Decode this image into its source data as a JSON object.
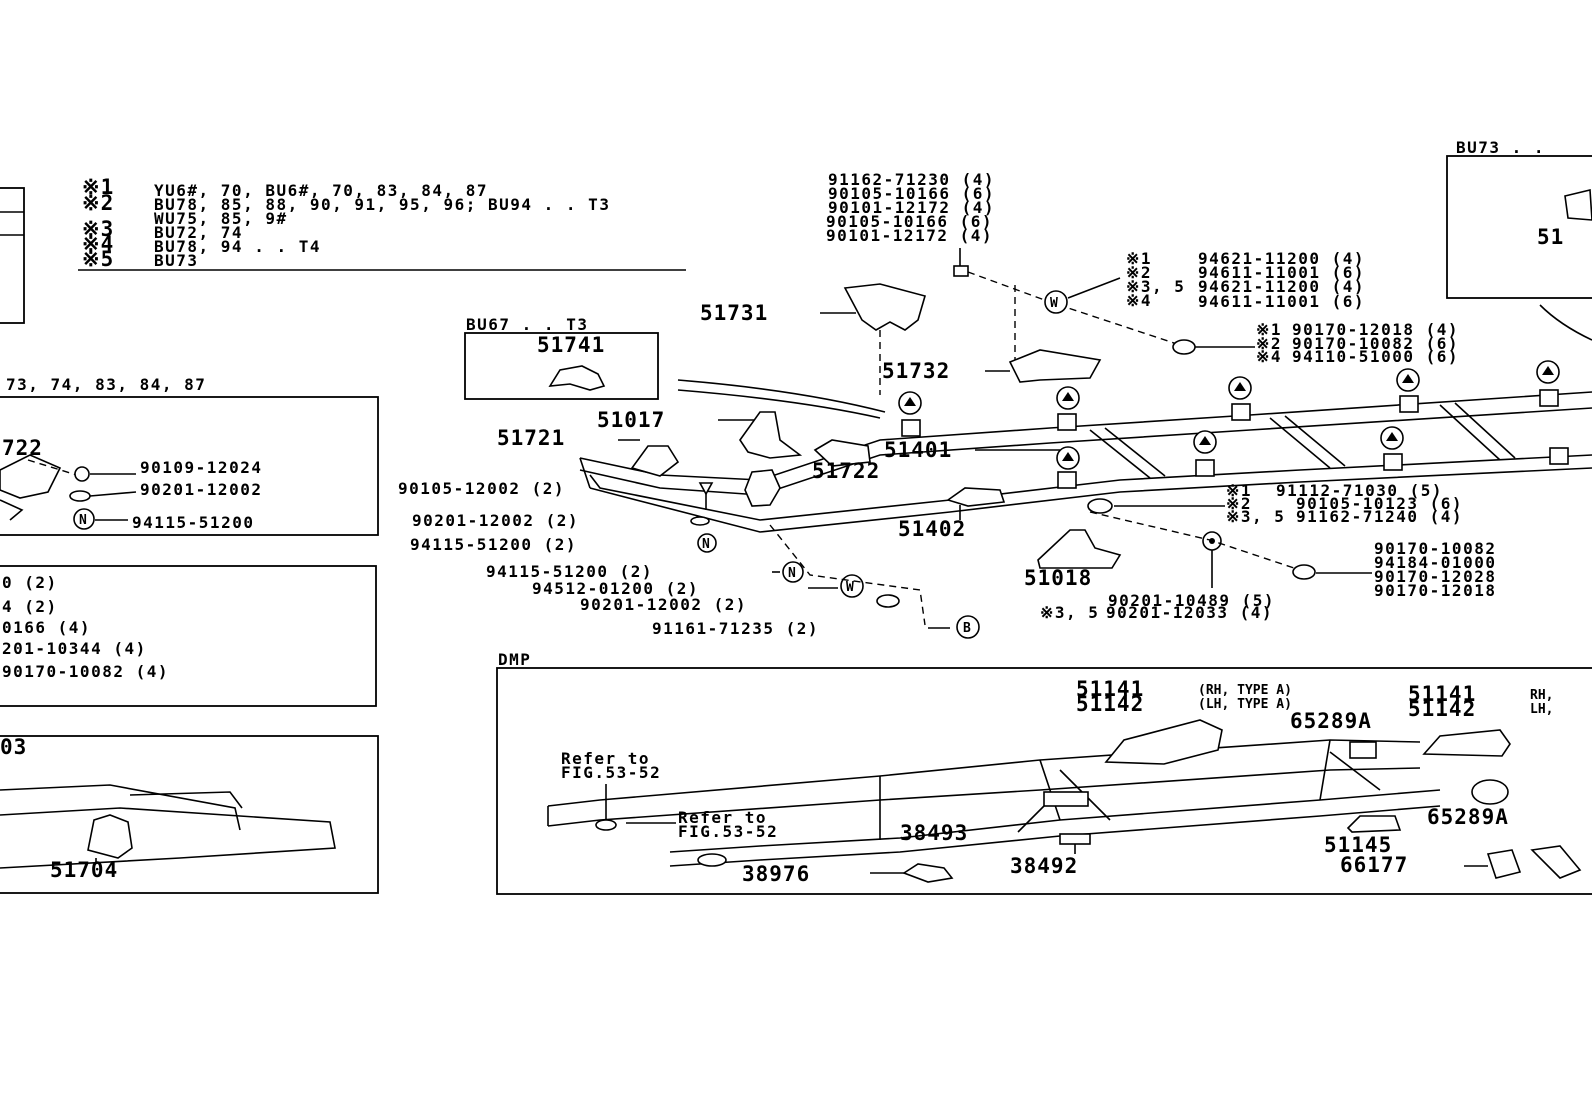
{
  "legend": {
    "rows": [
      {
        "mark": "※1",
        "text": "YU6#, 70, BU6#, 70, 83, 84, 87"
      },
      {
        "mark": "※2",
        "text": "BU78, 85, 88, 90, 91, 95, 96; BU94 . . T3"
      },
      {
        "mark": "",
        "text": "WU75, 85, 9#"
      },
      {
        "mark": "※3",
        "text": "BU72, 74"
      },
      {
        "mark": "※4",
        "text": "BU78, 94 . . T4"
      },
      {
        "mark": "※5",
        "text": "BU73"
      }
    ]
  },
  "left_panel": {
    "header": "73, 74, 83, 84, 87",
    "box1": {
      "part_cut": "722",
      "p1": "90109-12024",
      "p2": "90201-12002",
      "p3": "94115-51200",
      "p3_mark": "N"
    },
    "box2": {
      "lines": [
        "0 (2)",
        "4 (2)",
        "0166 (4)",
        "201-10344 (4)",
        "90170-10082 (4)"
      ]
    },
    "box3": {
      "cut": "03",
      "part": "51704"
    }
  },
  "inset_bu67": {
    "title": "BU67 . . T3",
    "part": "51741"
  },
  "inset_bu73": {
    "title": "BU73 . .",
    "part": "51"
  },
  "top_bolts": [
    "91162-71230 (4)",
    "90105-10166 (6)",
    "90101-12172 (4)",
    "90105-10166 (6)",
    "90101-12172 (4)"
  ],
  "parts": {
    "p51731": "51731",
    "p51732": "51732",
    "p51017": "51017",
    "p51721": "51721",
    "p51401": "51401",
    "p51722": "51722",
    "p51402": "51402",
    "p51018": "51018"
  },
  "washer_group": {
    "mark": "W",
    "rows": [
      {
        "mark": "※1",
        "text": "94621-11200 (4)"
      },
      {
        "mark": "※2",
        "text": "94611-11001 (6)"
      },
      {
        "mark": "※3, 5",
        "text": "94621-11200 (4)"
      },
      {
        "mark": "※4",
        "text": "94611-11001 (6)"
      }
    ]
  },
  "nut_group": {
    "rows": [
      {
        "mark": "※1",
        "text": "90170-12018 (4)"
      },
      {
        "mark": "※2",
        "text": "90170-10082 (6)"
      },
      {
        "mark": "※4",
        "text": "94110-51000 (6)"
      }
    ]
  },
  "left_fasteners": {
    "f1": "90105-12002 (2)",
    "f2": "90201-12002 (2)",
    "f3": "94115-51200 (2)",
    "f3_mark": "N",
    "f4": "94115-51200 (2)",
    "f4_mark": "N",
    "f5": "94512-01200 (2)",
    "f5_mark": "W",
    "f6": "90201-12002 (2)",
    "f7": "91161-71235 (2)",
    "f7_mark": "B"
  },
  "mid_fasteners": {
    "rows": [
      {
        "mark": "※1",
        "text": "91112-71030 (5)"
      },
      {
        "mark": "※2",
        "text": "90105-10123 (6)"
      },
      {
        "mark": "※3, 5",
        "text": "91162-71240 (4)"
      }
    ],
    "w1": "90201-10489 (5)",
    "w2_mark": "※3, 5",
    "w2": "90201-12033 (4)"
  },
  "right_nuts": [
    "90170-10082",
    "94184-01000",
    "90170-12028",
    "90170-12018"
  ],
  "dmp": {
    "title": "DMP",
    "refer1": [
      "Refer to",
      "FIG.53-52"
    ],
    "refer2": [
      "Refer to",
      "FIG.53-52"
    ],
    "bracket_a": {
      "rh": "51141",
      "rh_note": "(RH, TYPE A)",
      "lh": "51142",
      "lh_note": "(LH, TYPE A)"
    },
    "bracket_b": {
      "rh": "51141",
      "rh_note": "RH,",
      "lh": "51142",
      "lh_note": "LH,"
    },
    "parts": [
      "65289A",
      "38493",
      "65289A",
      "38492",
      "51145",
      "38976",
      "66177"
    ]
  }
}
